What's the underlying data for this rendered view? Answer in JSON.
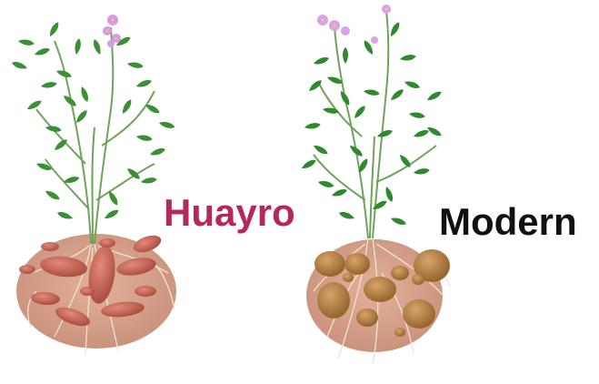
{
  "labels": {
    "left_plant": "Huayro",
    "right_plant": "Modern"
  },
  "colors": {
    "huayro_label": "#b5285c",
    "modern_label": "#111111",
    "soil": "#d6a08a",
    "leaf_dark": "#2f8a2f",
    "leaf_light": "#4aa43e",
    "flower": "#d79ae6",
    "huayro_tuber": "#c86a5a",
    "modern_tuber": "#b07b3a",
    "root": "#e7dfc6"
  },
  "icons": {
    "left_plant": "huayro-potato-plant-illustration",
    "right_plant": "modern-potato-plant-illustration"
  }
}
